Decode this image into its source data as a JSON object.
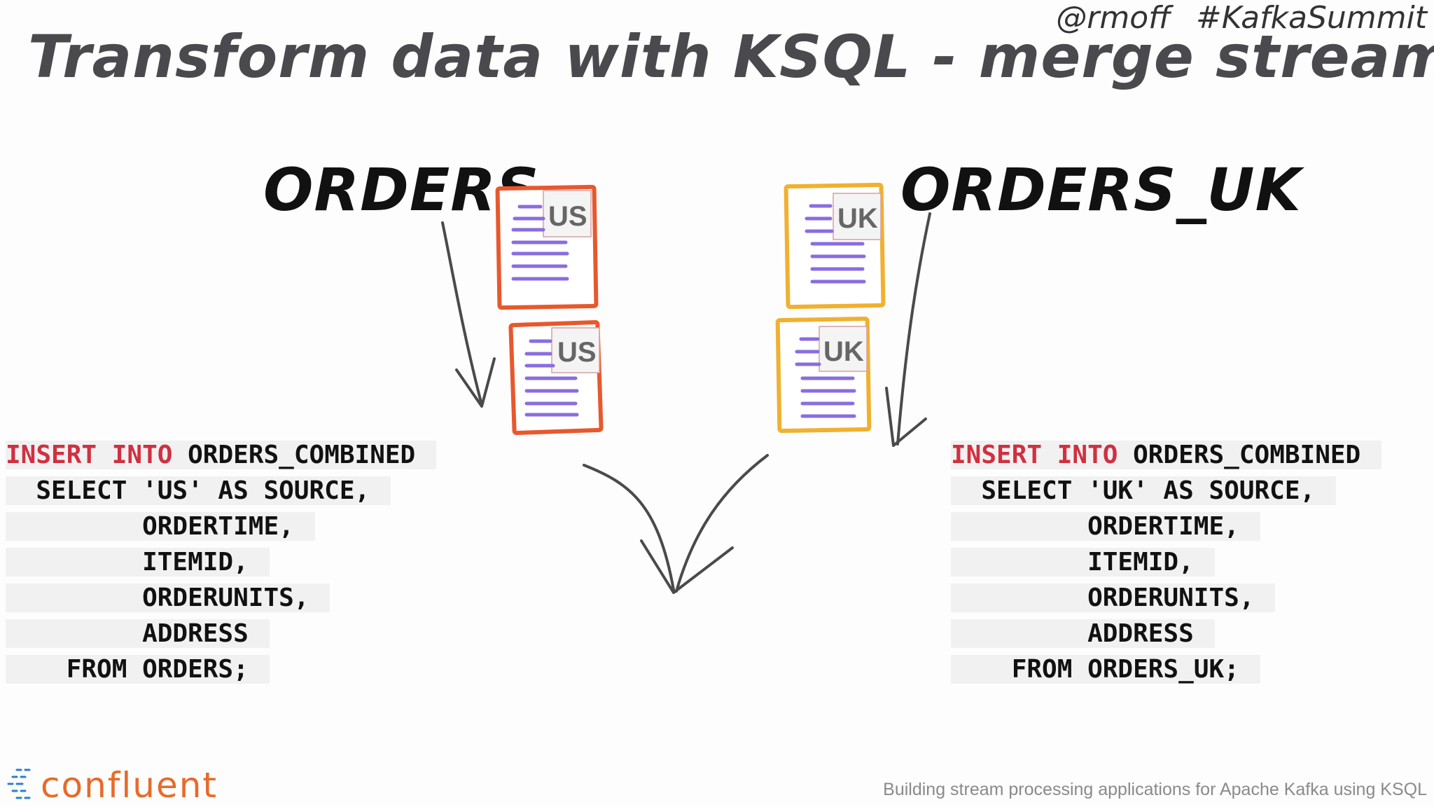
{
  "title": "Transform data with KSQL - merge streams",
  "handle": {
    "user": "@rmoff",
    "hashtag": "#KafkaSummit"
  },
  "streams": {
    "left": {
      "name": "ORDERS",
      "doc_tag": "US",
      "color": "#e8582d"
    },
    "right": {
      "name": "ORDERS_UK",
      "doc_tag": "UK",
      "color": "#f0b030"
    }
  },
  "code_left": {
    "l1_kw1": "INSERT",
    "l1_kw2": "INTO",
    "l1_rest": "ORDERS_COMBINED",
    "l2": "  SELECT 'US' AS SOURCE,",
    "l3": "         ORDERTIME,",
    "l4": "         ITEMID,",
    "l5": "         ORDERUNITS,",
    "l6": "         ADDRESS",
    "l7": "    FROM ORDERS;"
  },
  "code_right": {
    "l1_kw1": "INSERT",
    "l1_kw2": "INTO",
    "l1_rest": "ORDERS_COMBINED",
    "l2": "  SELECT 'UK' AS SOURCE,",
    "l3": "         ORDERTIME,",
    "l4": "         ITEMID,",
    "l5": "         ORDERUNITS,",
    "l6": "         ADDRESS",
    "l7": "    FROM ORDERS_UK;"
  },
  "logo_text": "confluent",
  "footer": "Building stream processing applications for Apache Kafka using KSQL",
  "colors": {
    "keyword": "#d03040",
    "doc_lines": "#8a6de0",
    "logo": "#e86a2a"
  },
  "icons": {
    "documents": "document-icon",
    "arrows": "hand-drawn-arrow-icon"
  }
}
